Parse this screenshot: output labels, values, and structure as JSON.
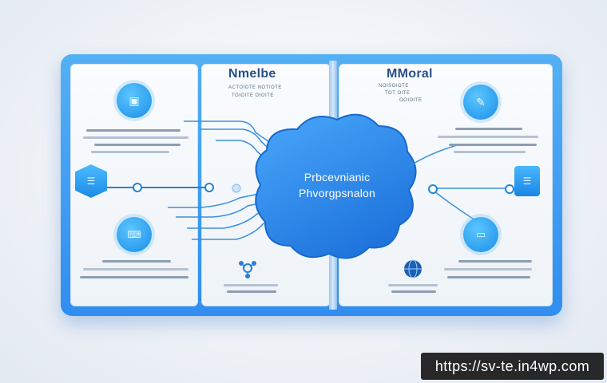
{
  "board": {
    "left_title": "Nmelbe",
    "left_sub": [
      "ACTOIOTE NOTIOTE",
      "TOIOITE OIOITE"
    ],
    "right_title": "MMoral",
    "right_sub": [
      "NOISOIOTE",
      "TOT OITE",
      "OOIOITE"
    ],
    "center_line1": "Prbcevnianic",
    "center_line2": "Phvorgpsnalon"
  },
  "colors": {
    "accent": "#2f8ef0",
    "cloud": "#2a86ec",
    "title": "#2a4f86"
  },
  "icons": {
    "left_top": "document-icon",
    "left_hex": "server-icon",
    "left_bottom": "keyboard-icon",
    "right_top": "clipboard-icon",
    "right_hex": "server-icon",
    "right_bottom": "laptop-icon",
    "mid_bottom": "gear-molecule-icon",
    "right_globe": "globe-icon"
  },
  "watermark": {
    "url": "https://sv-te.in4wp.com"
  }
}
